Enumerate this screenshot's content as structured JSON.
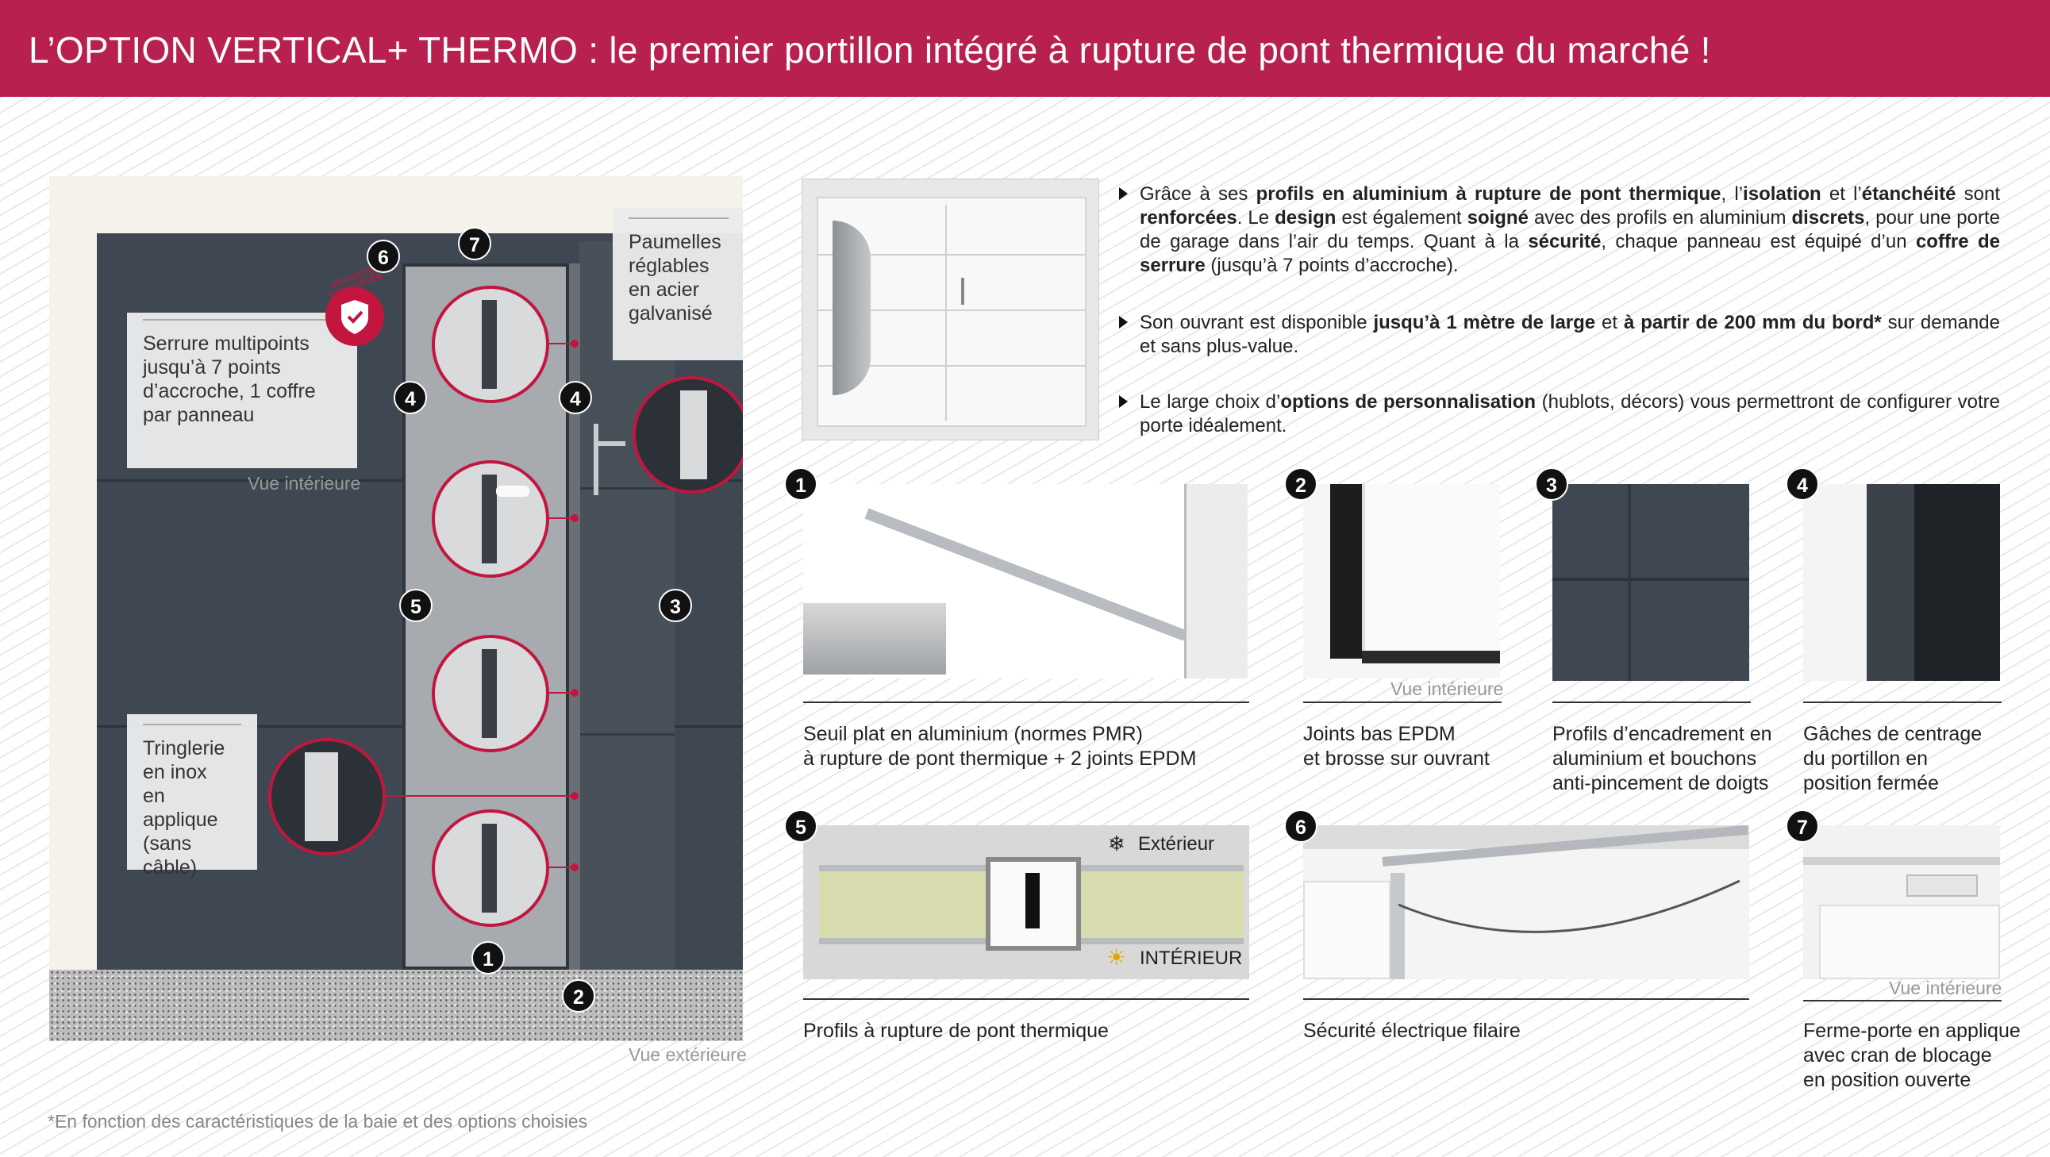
{
  "header": {
    "title": "L’OPTION VERTICAL+ THERMO : le premier portillon intégré à rupture de pont thermique du marché !"
  },
  "left": {
    "callout_serrure": [
      "Serrure multipoints",
      "jusqu’à 7 points",
      "d’accroche, 1 coffre",
      "par panneau"
    ],
    "callout_paumelles": [
      "Paumelles",
      "réglables",
      "en acier",
      "galvanisé"
    ],
    "callout_tringlerie": [
      "Tringlerie",
      "en inox",
      "en applique",
      "(sans câble)"
    ],
    "badge_text": "SÉCURITÉ RENFORCÉE",
    "vue_interieure": "Vue intérieure",
    "vue_exterieure": "Vue extérieure",
    "markers": [
      "1",
      "2",
      "3",
      "4",
      "4",
      "5",
      "6",
      "7"
    ]
  },
  "intro": {
    "p1": {
      "a": "Grâce à ses ",
      "b1": "profils en aluminium à rupture de pont thermique",
      "c": ", l’",
      "b2": "isolation",
      "d": " et l’",
      "b3": "étanchéité",
      "e": " sont ",
      "b4": "renforcées",
      "f": ". Le ",
      "b5": "design",
      "g": " est également ",
      "b6": "soigné",
      "h": " avec des profils en aluminium ",
      "b7": "discrets",
      "i": ", pour une porte de garage dans l’air du temps. Quant à la ",
      "b8": "sécurité",
      "j": ", chaque panneau est équipé d’un ",
      "b9": "coffre de serrure",
      "k": " (jusqu’à 7 points d’accroche)."
    },
    "p2": {
      "a": "Son ouvrant est disponible ",
      "b1": "jusqu’à 1 mètre de large",
      "c": " et ",
      "b2": "à partir de 200 mm du bord*",
      "d": " sur demande et sans plus-value."
    },
    "p3": {
      "a": "Le large choix d’",
      "b1": "options de personnalisation",
      "c": " (hublots, décors) vous permettront de configurer votre porte idéalement."
    }
  },
  "features": [
    {
      "num": "1",
      "caption": [
        "Seuil plat en aluminium (normes PMR)",
        "à rupture de pont thermique + 2 joints EPDM"
      ]
    },
    {
      "num": "2",
      "caption": [
        "Joints bas EPDM",
        "et brosse sur ouvrant"
      ],
      "note": "Vue intérieure"
    },
    {
      "num": "3",
      "caption": [
        "Profils d’encadrement en",
        "aluminium et bouchons",
        "anti-pincement de doigts"
      ]
    },
    {
      "num": "4",
      "caption": [
        "Gâches de centrage",
        "du portillon en",
        "position fermée"
      ]
    },
    {
      "num": "5",
      "caption": [
        "Profils à rupture de pont thermique"
      ],
      "label_ext": "Extérieur",
      "label_int": "INTÉRIEUR"
    },
    {
      "num": "6",
      "caption": [
        "Sécurité électrique filaire"
      ]
    },
    {
      "num": "7",
      "caption": [
        "Ferme-porte en applique",
        "avec cran de blocage",
        "en position ouverte"
      ],
      "note": "Vue intérieure"
    }
  ],
  "footnote": "*En fonction des caractéristiques de la baie et des options choisies",
  "colors": {
    "brand": "#b8204f",
    "accent_red": "#c2163f",
    "door_gray": "#3f4852"
  }
}
